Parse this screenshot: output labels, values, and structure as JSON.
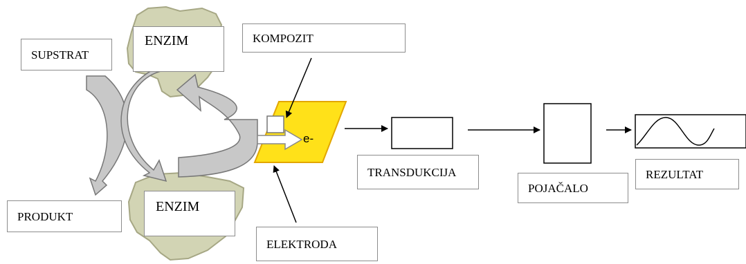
{
  "diagram": {
    "labels": {
      "supstrat": "SUPSTRAT",
      "enzim_top": "ENZIM",
      "enzim_bottom": "ENZIM",
      "kompozit": "KOMPOZIT",
      "produkt": "PRODUKT",
      "elektroda": "ELEKTRODA",
      "transdukcija": "TRANSDUKCIJA",
      "pojacalo": "POJAČALO",
      "rezultat": "REZULTAT",
      "electron": "e-"
    },
    "colors": {
      "enzyme_fill": "#d2d4b4",
      "enzyme_stroke": "#a6a784",
      "arrow_fill": "#c8c8c8",
      "arrow_stroke": "#777777",
      "electrode_fill": "#ffe119",
      "electrode_stroke": "#e2a600"
    }
  }
}
